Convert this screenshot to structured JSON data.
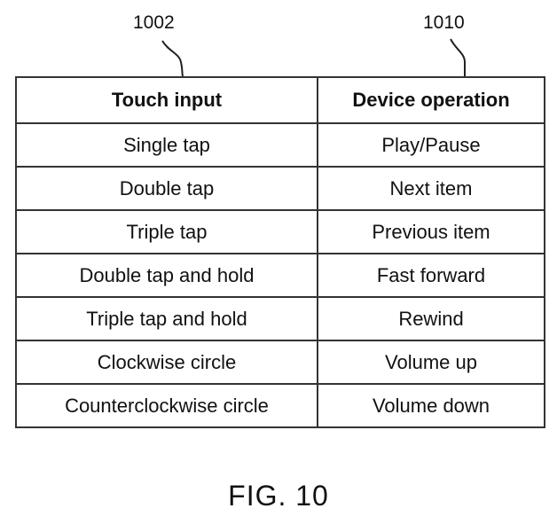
{
  "reference_numerals": {
    "left": "1002",
    "right": "1010"
  },
  "table": {
    "headers": [
      "Touch input",
      "Device operation"
    ],
    "rows": [
      [
        "Single tap",
        "Play/Pause"
      ],
      [
        "Double tap",
        "Next item"
      ],
      [
        "Triple tap",
        "Previous item"
      ],
      [
        "Double tap and hold",
        "Fast forward"
      ],
      [
        "Triple tap and hold",
        "Rewind"
      ],
      [
        "Clockwise circle",
        "Volume up"
      ],
      [
        "Counterclockwise circle",
        "Volume down"
      ]
    ]
  },
  "caption": "FIG. 10"
}
